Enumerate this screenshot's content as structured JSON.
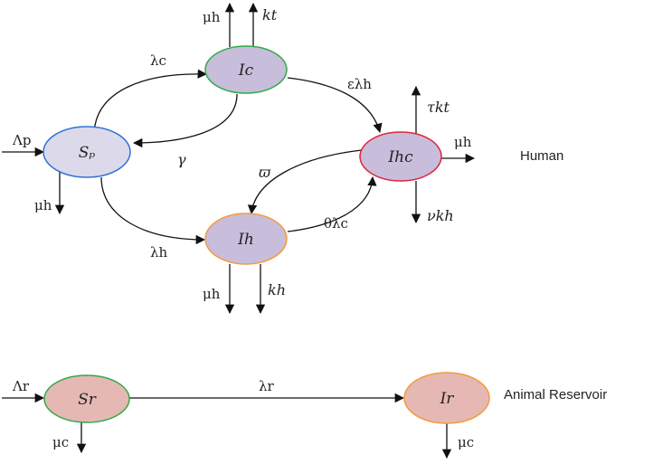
{
  "nodes": {
    "Sp": {
      "label": "Sₚ",
      "fill": "#dcd9ea",
      "stroke": "#2f74d4"
    },
    "Ic": {
      "label": "Ic",
      "fill": "#c8bddb",
      "stroke": "#2faa4a"
    },
    "Ih": {
      "label": "Ih",
      "fill": "#c8bddb",
      "stroke": "#f39b3c"
    },
    "Ihc": {
      "label": "Ihc",
      "fill": "#c8bddb",
      "stroke": "#e0243a"
    },
    "Sr": {
      "label": "Sr",
      "fill": "#e6b8b4",
      "stroke": "#2faa4a"
    },
    "Ir": {
      "label": "Ir",
      "fill": "#e6b8b4",
      "stroke": "#f39b3c"
    }
  },
  "labels": {
    "lambda_p": "Λp",
    "mu_h_sp": "μh",
    "lambda_c": "λc",
    "gamma": "γ",
    "lambda_h": "λh",
    "mu_h_ic": "μh",
    "k_t_ic": "kt",
    "eps_lambda_h": "ελh",
    "tau_k_t": "τkt",
    "mu_h_ihc": "μh",
    "nu_k_h": "νkh",
    "omega": "ϖ",
    "theta_lambda_c": "θλc",
    "mu_h_ih": "μh",
    "k_h_ih": "kh",
    "lambda_r_in": "Λr",
    "mu_c_sr": "μc",
    "lambda_r_edge": "λr",
    "mu_c_ir": "μc"
  },
  "sections": {
    "human": "Human",
    "animal": "Animal Reservoir"
  }
}
